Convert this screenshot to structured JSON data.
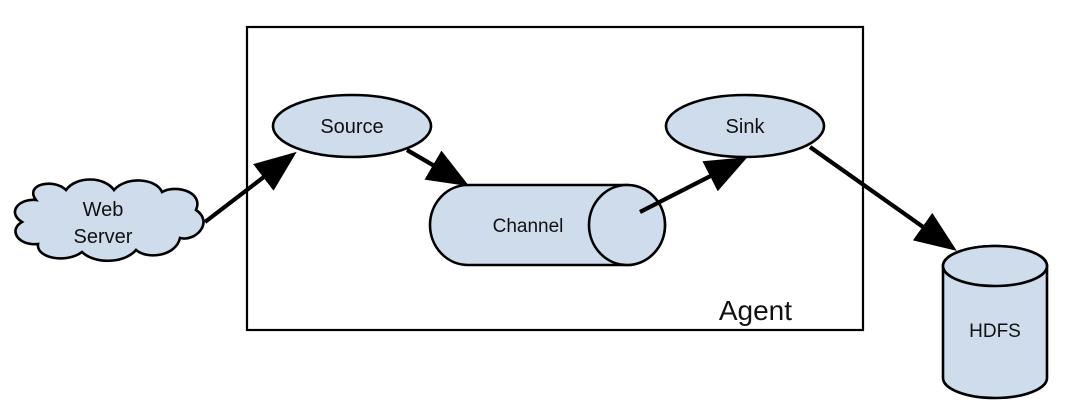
{
  "diagram": {
    "container": {
      "label": "Agent"
    },
    "nodes": {
      "web_server": {
        "label_lines": [
          "Web",
          "Server"
        ],
        "shape": "cloud"
      },
      "source": {
        "label": "Source",
        "shape": "ellipse"
      },
      "channel": {
        "label": "Channel",
        "shape": "horizontal-cylinder"
      },
      "sink": {
        "label": "Sink",
        "shape": "ellipse"
      },
      "hdfs": {
        "label": "HDFS",
        "shape": "database-cylinder"
      }
    },
    "edges": [
      {
        "from": "Web Server",
        "to": "Source"
      },
      {
        "from": "Source",
        "to": "Channel"
      },
      {
        "from": "Channel",
        "to": "Sink"
      },
      {
        "from": "Sink",
        "to": "HDFS"
      }
    ],
    "colors": {
      "node_fill": "#cfdcec",
      "stroke": "#000000",
      "background": "#ffffff"
    }
  }
}
